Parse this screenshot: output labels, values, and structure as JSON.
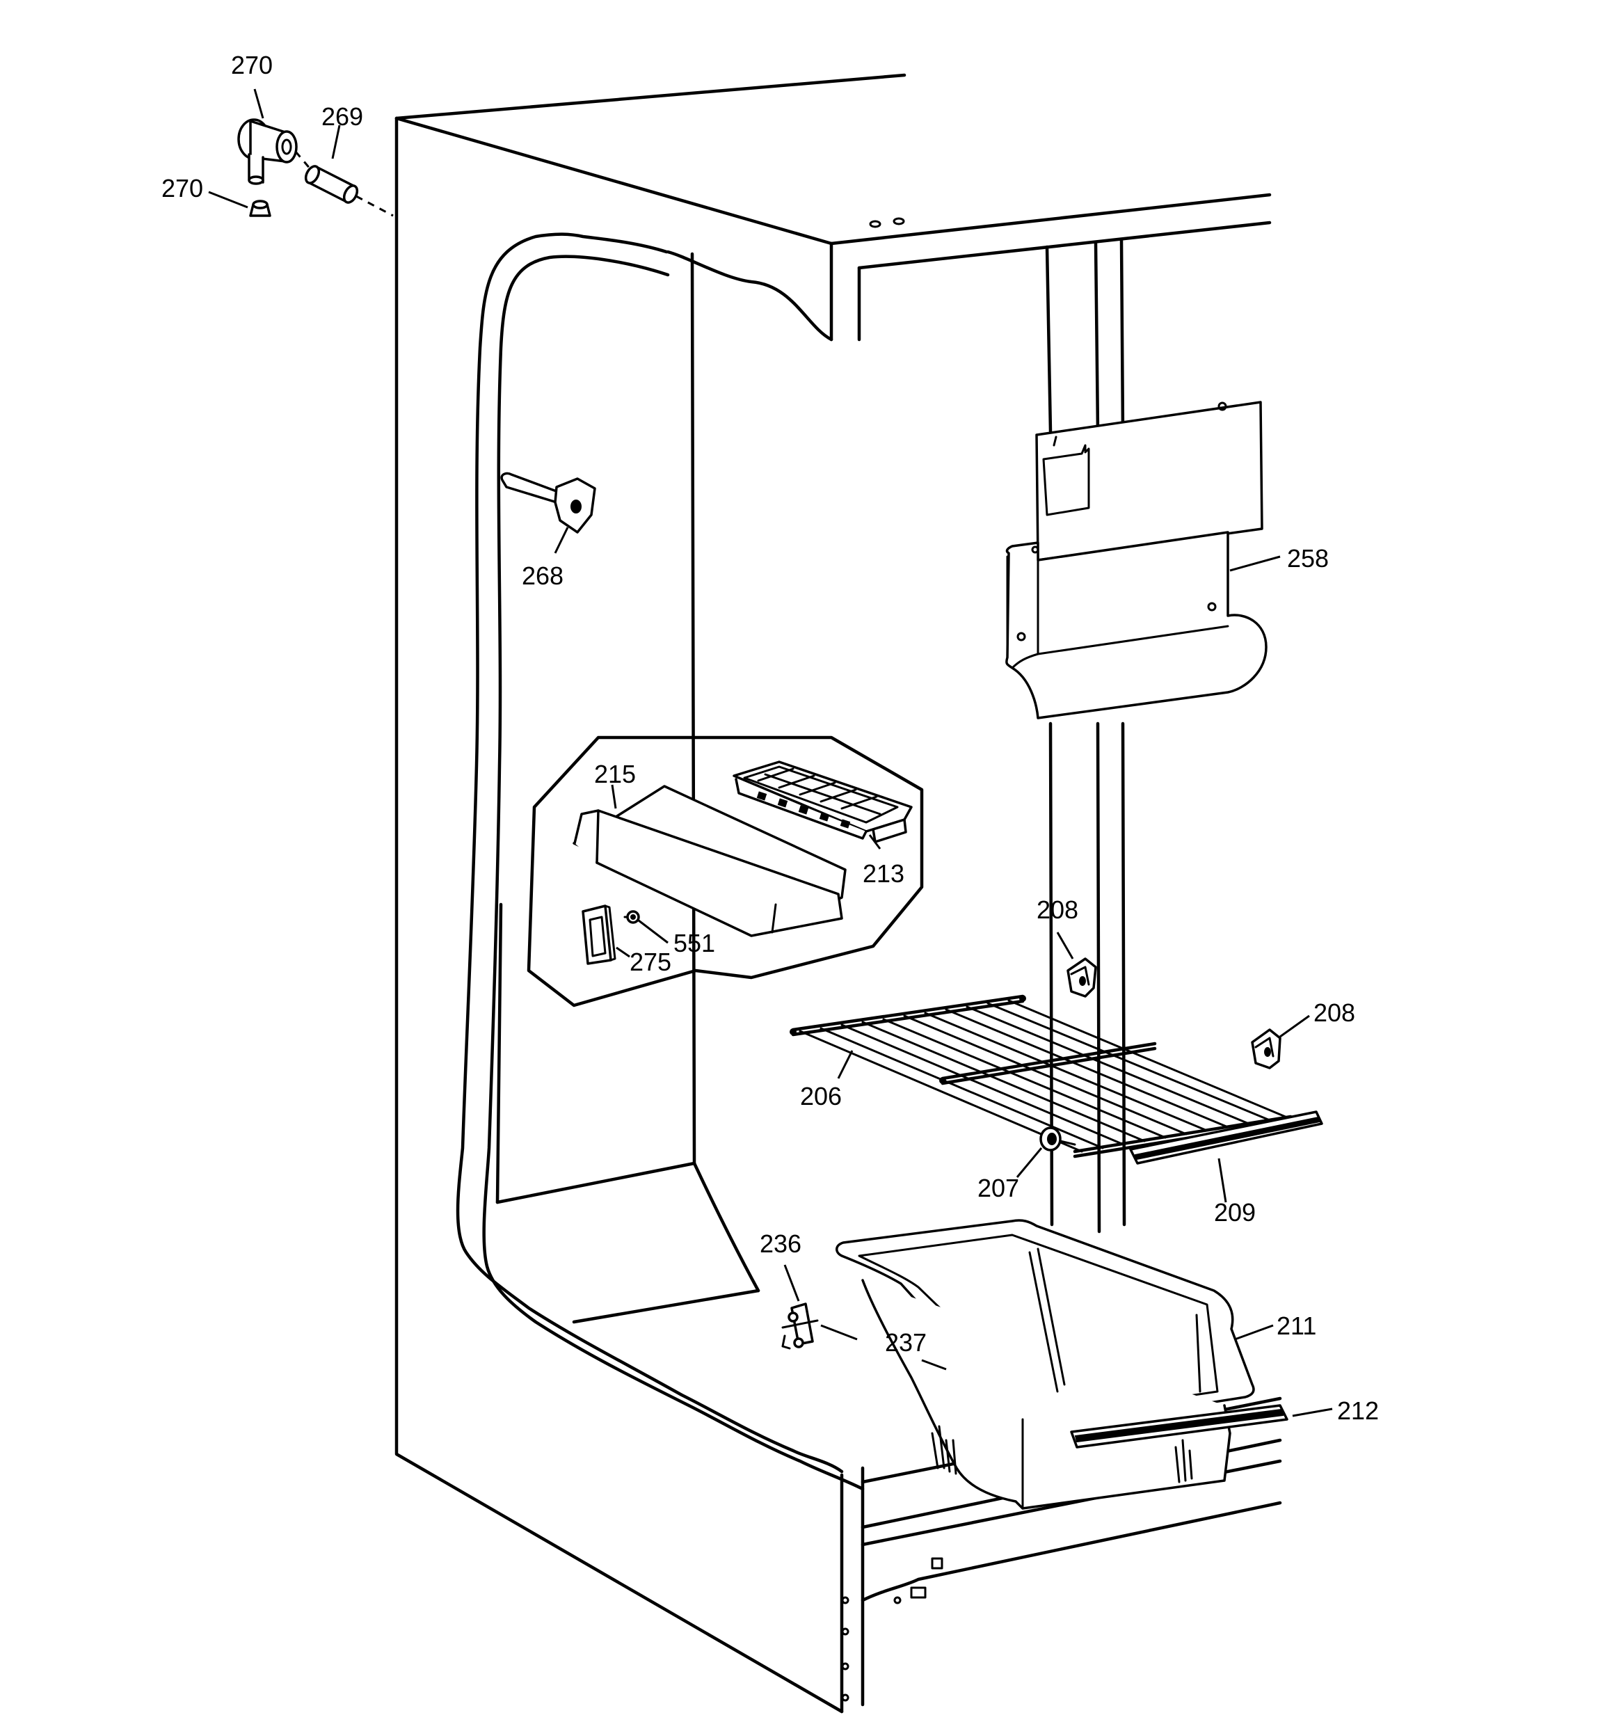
{
  "callouts": [
    {
      "id": "c270a",
      "label": "270"
    },
    {
      "id": "c269",
      "label": "269"
    },
    {
      "id": "c270b",
      "label": "270"
    },
    {
      "id": "c268",
      "label": "268"
    },
    {
      "id": "c258",
      "label": "258"
    },
    {
      "id": "c215",
      "label": "215"
    },
    {
      "id": "c213",
      "label": "213"
    },
    {
      "id": "c551",
      "label": "551"
    },
    {
      "id": "c275",
      "label": "275"
    },
    {
      "id": "c208a",
      "label": "208"
    },
    {
      "id": "c208b",
      "label": "208"
    },
    {
      "id": "c206",
      "label": "206"
    },
    {
      "id": "c207",
      "label": "207"
    },
    {
      "id": "c209",
      "label": "209"
    },
    {
      "id": "c236",
      "label": "236"
    },
    {
      "id": "c237",
      "label": "237"
    },
    {
      "id": "c211",
      "label": "211"
    },
    {
      "id": "c212",
      "label": "212"
    }
  ]
}
